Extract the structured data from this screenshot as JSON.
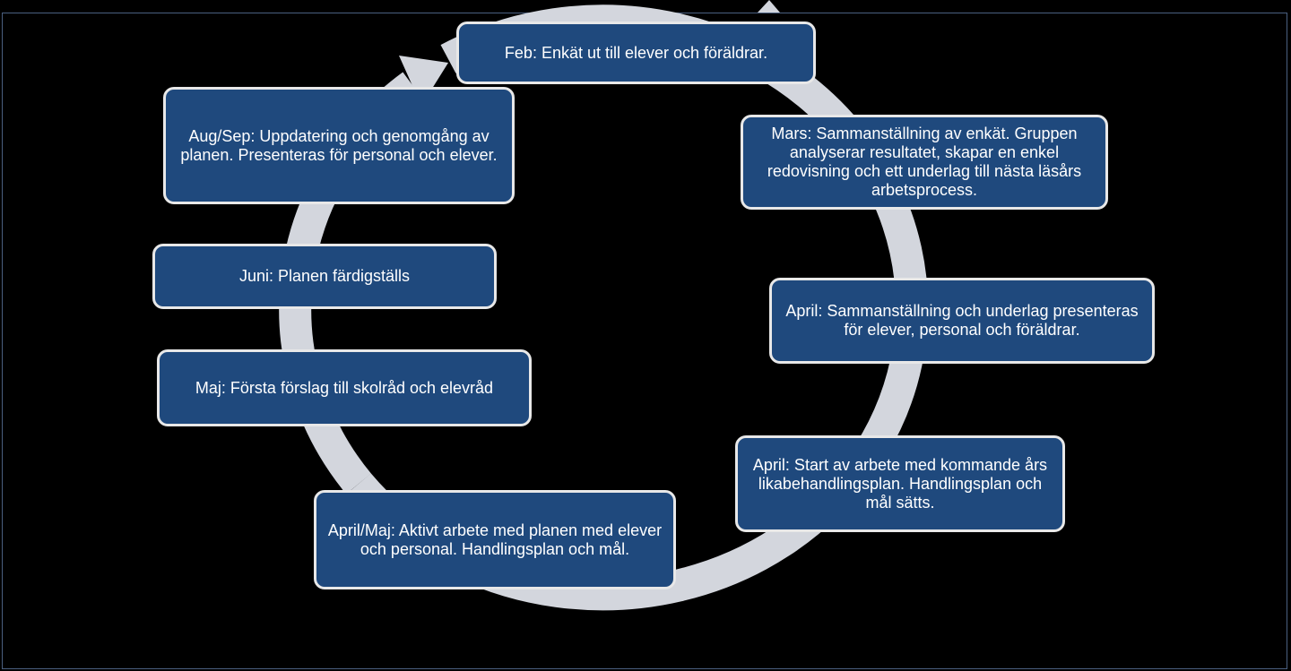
{
  "diagram": {
    "colors": {
      "background": "#000000",
      "box_fill": "#1f497d",
      "box_border": "#e8e8e8",
      "arrow": "#d3d6dd",
      "text": "#ffffff"
    },
    "steps": [
      "Feb: Enkät ut till elever och föräldrar.",
      "Mars: Sammanställning av enkät. Gruppen analyserar resultatet, skapar en enkel redovisning och ett underlag till nästa läsårs arbetsprocess.",
      "April: Sammanställning och underlag presenteras för elever, personal och föräldrar.",
      "April: Start av arbete med kommande års likabehandlingsplan. Handlingsplan och mål sätts.",
      "April/Maj: Aktivt arbete med planen med elever och personal. Handlingsplan och mål.",
      "Maj: Första förslag till skolråd och elevråd",
      "Juni: Planen färdigställs",
      "Aug/Sep: Uppdatering och genomgång av planen. Presenteras för personal och elever."
    ]
  }
}
